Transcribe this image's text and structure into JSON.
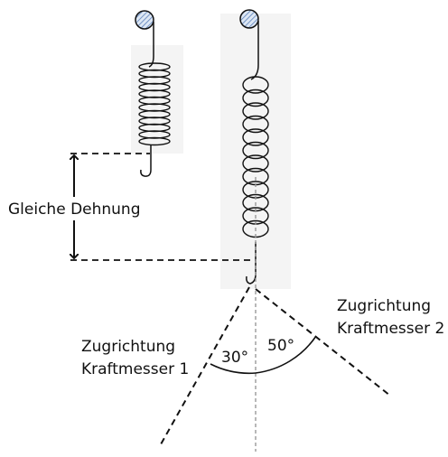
{
  "labels": {
    "equal_extension": "Gleiche Dehnung",
    "direction1_line1": "Zugrichtung",
    "direction1_line2": "Kraftmesser 1",
    "direction2_line1": "Zugrichtung",
    "direction2_line2": "Kraftmesser 2",
    "angle1": "30°",
    "angle2": "50°"
  },
  "colors": {
    "stroke": "#111111",
    "shade": "#f2f2f2",
    "hatch_fill": "#8fb1d9"
  }
}
